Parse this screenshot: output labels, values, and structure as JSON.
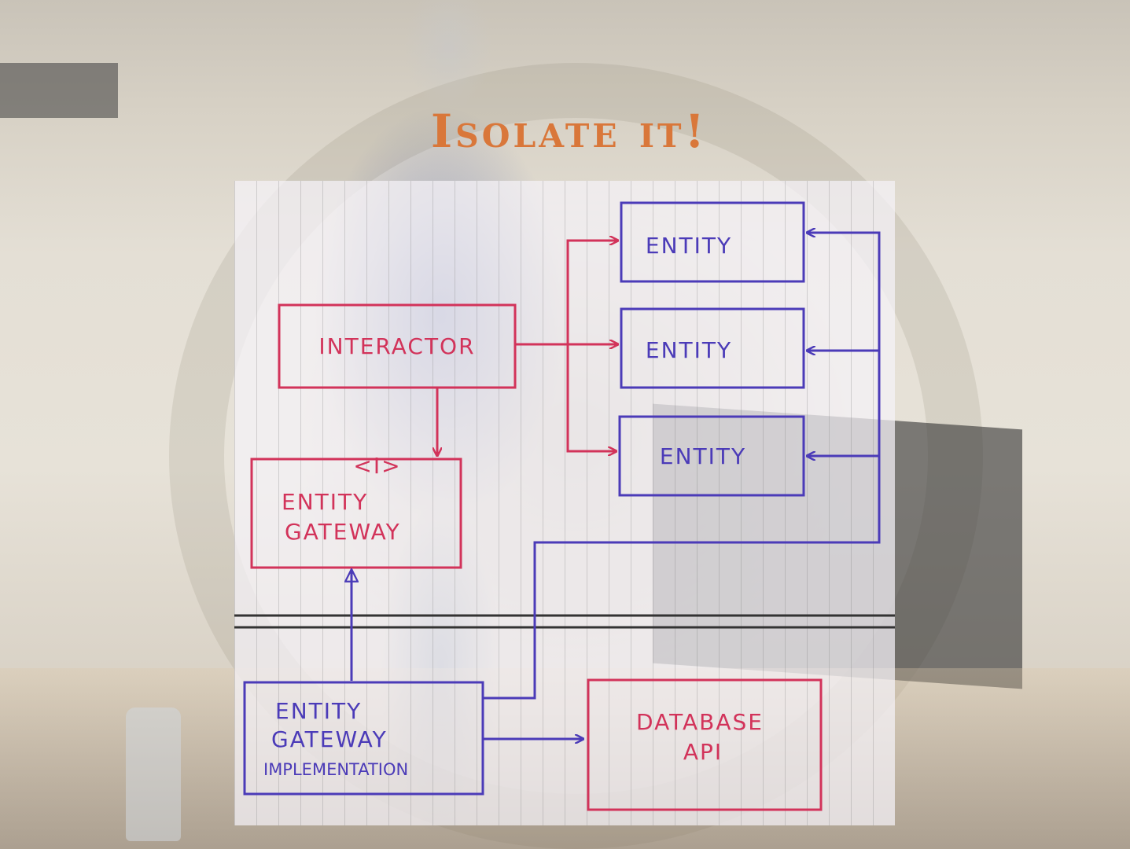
{
  "slide": {
    "title": "Isolate it!"
  },
  "diagram": {
    "interactor": {
      "label": "INTERACTOR"
    },
    "entities": [
      {
        "label": "ENTITY"
      },
      {
        "label": "ENTITY"
      },
      {
        "label": "ENTITY"
      }
    ],
    "gateway": {
      "stereotype": "<I>",
      "label_lines": [
        "ENTITY",
        "GATEWAY"
      ]
    },
    "gateway_impl": {
      "label_lines": [
        "ENTITY",
        "GATEWAY",
        "IMPLEMENTATION"
      ]
    },
    "database_api": {
      "label_lines": [
        "DATABASE",
        "API"
      ]
    }
  },
  "colors": {
    "title": "#d9773a",
    "red_ink": "#d2335a",
    "blue_ink": "#4b3bb8",
    "boundary": "#333333"
  }
}
